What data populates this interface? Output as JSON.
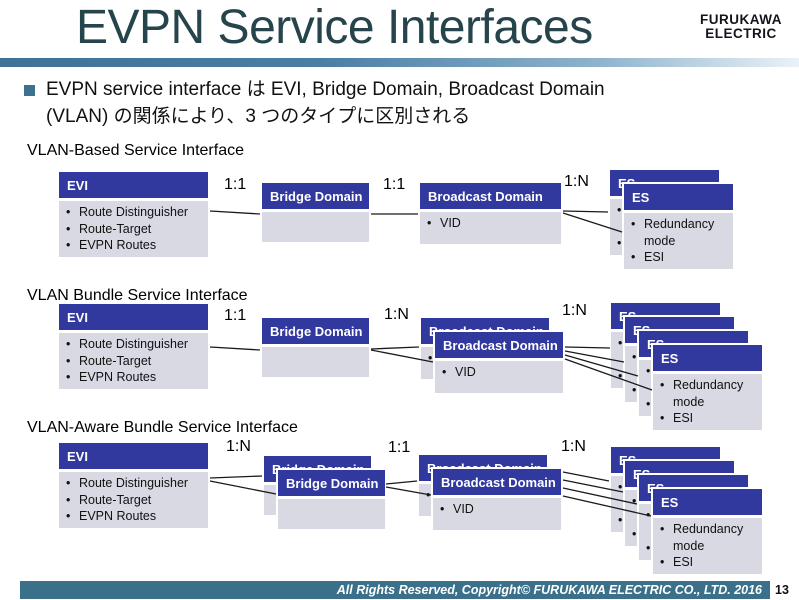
{
  "title": "EVPN Service Interfaces",
  "logo": {
    "line1": "FURUKAWA",
    "line2": "ELECTRIC"
  },
  "intro": "EVPN service interface は EVI, Bridge Domain, Broadcast Domain\n(VLAN) の関係により、3 つのタイプに区別される",
  "node_types": {
    "evi": {
      "title": "EVI",
      "items": [
        "Route Distinguisher",
        "Route-Target",
        "EVPN Routes"
      ]
    },
    "bridge": {
      "title": "Bridge Domain",
      "items": []
    },
    "broadcast": {
      "title": "Broadcast Domain",
      "items": [
        "VID"
      ]
    },
    "es": {
      "title": "ES",
      "items": [
        "Redundancy mode",
        "ESI"
      ]
    }
  },
  "sections": [
    {
      "label": "VLAN-Based Service Interface",
      "relations": [
        "1:1",
        "1:1",
        "1:N"
      ],
      "stacks": {
        "evi": 1,
        "bridge": 1,
        "broadcast": 1,
        "es": 2
      }
    },
    {
      "label": "VLAN Bundle Service Interface",
      "relations": [
        "1:1",
        "1:N",
        "1:N"
      ],
      "stacks": {
        "evi": 1,
        "bridge": 1,
        "broadcast": 2,
        "es": 4
      }
    },
    {
      "label": "VLAN-Aware Bundle Service Interface",
      "relations": [
        "1:N",
        "1:1",
        "1:N"
      ],
      "stacks": {
        "evi": 1,
        "bridge": 2,
        "broadcast": 2,
        "es": 4
      }
    }
  ],
  "footer": {
    "copyright": "All Rights Reserved, Copyright© FURUKAWA ELECTRIC CO., LTD. 2016",
    "page": "13"
  },
  "colors": {
    "node_header": "#31389E",
    "node_body": "#D9D9E3",
    "accent_bar": "#44789E",
    "footer_bar": "#3A7089",
    "title_text": "#26444B",
    "bullet_marker": "#3E7191",
    "connector_line": "#1a1a1a"
  }
}
